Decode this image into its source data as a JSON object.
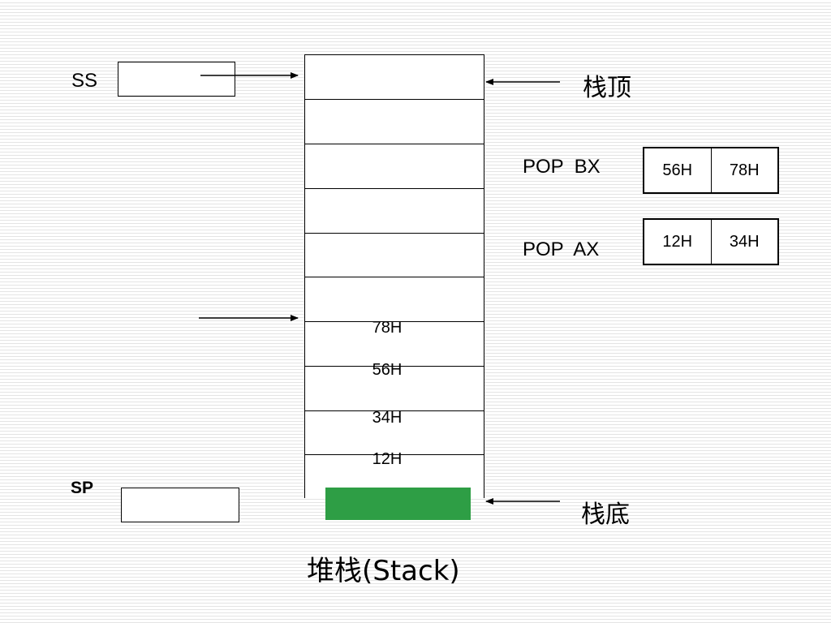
{
  "labels": {
    "ss": "SS",
    "sp": "SP",
    "stack_top": "栈顶",
    "stack_bottom": "栈底",
    "title": "堆栈(Stack)"
  },
  "instructions": {
    "pop_bx": "POP  BX",
    "pop_ax": "POP  AX"
  },
  "registers": {
    "bx": {
      "high": "56H",
      "low": "78H"
    },
    "ax": {
      "high": "12H",
      "low": "34H"
    }
  },
  "stack_cells": [
    "78H",
    "56H",
    "34H",
    "12H"
  ],
  "colors": {
    "stack_bottom_block": "#2e9e45",
    "stripe": "#e4e4e4"
  }
}
